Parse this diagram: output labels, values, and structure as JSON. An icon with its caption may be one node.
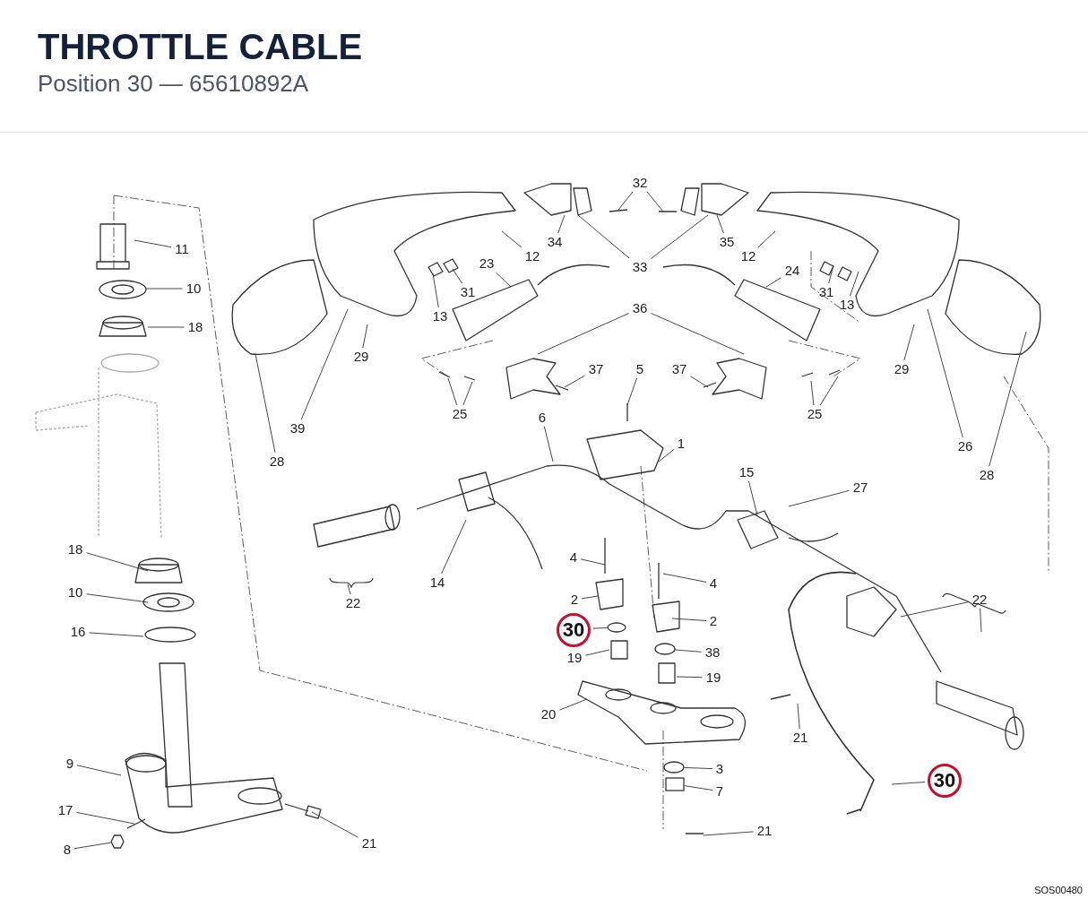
{
  "diagram": {
    "title": "THROTTLE CABLE",
    "nodes": [
      {
        "text": [
          "11"
        ]
      },
      {
        "text": [
          "10"
        ]
      },
      {
        "text": [
          "18"
        ]
      },
      {
        "text": [
          "28"
        ]
      },
      {
        "text": [
          "39"
        ]
      },
      {
        "text": [
          "29"
        ]
      },
      {
        "text": [
          "12"
        ]
      },
      {
        "text": [
          "32"
        ]
      },
      {
        "text": [
          "34"
        ]
      },
      {
        "text": [
          "33"
        ]
      },
      {
        "text": [
          "35"
        ]
      },
      {
        "text": [
          "12"
        ]
      },
      {
        "text": [
          "31"
        ]
      },
      {
        "text": [
          "13"
        ]
      },
      {
        "text": [
          "23"
        ]
      },
      {
        "text": [
          "24"
        ]
      },
      {
        "text": [
          "36"
        ]
      },
      {
        "text": [
          "37"
        ]
      },
      {
        "text": [
          "37"
        ]
      },
      {
        "text": [
          "5"
        ]
      },
      {
        "text": [
          "25"
        ]
      },
      {
        "text": [
          "25"
        ]
      },
      {
        "text": [
          "31"
        ]
      },
      {
        "text": [
          "13"
        ]
      },
      {
        "text": [
          "29"
        ]
      },
      {
        "text": [
          "26"
        ]
      },
      {
        "text": [
          "28"
        ]
      },
      {
        "text": [
          "6"
        ]
      },
      {
        "text": [
          "1"
        ]
      },
      {
        "text": [
          "15"
        ]
      },
      {
        "text": [
          "27"
        ]
      },
      {
        "text": [
          "14"
        ]
      },
      {
        "text": [
          "22"
        ]
      },
      {
        "text": [
          "4"
        ]
      },
      {
        "text": [
          "4"
        ]
      },
      {
        "text": [
          "2"
        ]
      },
      {
        "text": [
          "2"
        ]
      },
      {
        "text": [
          "30"
        ]
      },
      {
        "text": [
          "19"
        ]
      },
      {
        "text": [
          "38"
        ]
      },
      {
        "text": [
          "19"
        ]
      },
      {
        "text": [
          "20"
        ]
      },
      {
        "text": [
          "21"
        ]
      },
      {
        "text": [
          "3"
        ]
      },
      {
        "text": [
          "7"
        ]
      },
      {
        "text": [
          "21"
        ]
      },
      {
        "text": [
          "30"
        ]
      },
      {
        "text": [
          "22"
        ]
      },
      {
        "text": [
          "18"
        ]
      },
      {
        "text": [
          "10"
        ]
      },
      {
        "text": [
          "16"
        ]
      },
      {
        "text": [
          "9"
        ]
      },
      {
        "text": [
          "17"
        ]
      },
      {
        "text": [
          "8"
        ]
      },
      {
        "text": [
          "21"
        ]
      },
      {
        "text": [],
        "shape": "circle"
      },
      {
        "text": [],
        "shape": "circle"
      },
      {
        "text": [],
        "shape": "circle"
      },
      {
        "text": [],
        "shape": "box"
      },
      {
        "text": [],
        "shape": "hexagon"
      }
    ],
    "edges": [
      {
        "from": 0,
        "to": null,
        "arrow": "none"
      },
      {
        "from": 1,
        "to": null,
        "arrow": "none"
      },
      {
        "from": 2,
        "to": null,
        "arrow": "none"
      },
      {
        "from": 3,
        "to": null,
        "arrow": "none"
      },
      {
        "from": 4,
        "to": null,
        "arrow": "none"
      },
      {
        "from": 5,
        "to": null,
        "arrow": "none"
      },
      {
        "from": 6,
        "to": null,
        "arrow": "none"
      },
      {
        "from": 7,
        "to": null,
        "arrow": "none"
      },
      {
        "from": 7,
        "to": null,
        "arrow": "none"
      },
      {
        "from": 8,
        "to": null,
        "arrow": "none"
      },
      {
        "from": 9,
        "to": null,
        "arrow": "none"
      },
      {
        "from": 9,
        "to": null,
        "arrow": "none"
      },
      {
        "from": 10,
        "to": null,
        "arrow": "none"
      },
      {
        "from": 11,
        "to": null,
        "arrow": "none"
      },
      {
        "from": 12,
        "to": null,
        "arrow": "none"
      },
      {
        "from": 13,
        "to": null,
        "arrow": "none"
      },
      {
        "from": 14,
        "to": null,
        "arrow": "none"
      },
      {
        "from": 15,
        "to": null,
        "arrow": "none"
      },
      {
        "from": 16,
        "to": null,
        "arrow": "none"
      },
      {
        "from": 16,
        "to": null,
        "arrow": "none"
      },
      {
        "from": 17,
        "to": null,
        "arrow": "none"
      },
      {
        "from": 18,
        "to": null,
        "arrow": "none"
      },
      {
        "from": 19,
        "to": null,
        "arrow": "none"
      },
      {
        "from": 20,
        "to": null,
        "arrow": "none"
      },
      {
        "from": 20,
        "to": null,
        "arrow": "none"
      },
      {
        "from": 21,
        "to": null,
        "arrow": "none"
      },
      {
        "from": 21,
        "to": null,
        "arrow": "none"
      },
      {
        "from": 22,
        "to": null,
        "arrow": "none"
      },
      {
        "from": 23,
        "to": null,
        "arrow": "none"
      },
      {
        "from": 24,
        "to": null,
        "arrow": "none"
      },
      {
        "from": 25,
        "to": null,
        "arrow": "none"
      },
      {
        "from": 26,
        "to": null,
        "arrow": "none"
      },
      {
        "from": 27,
        "to": null,
        "arrow": "none"
      },
      {
        "from": 28,
        "to": null,
        "arrow": "none"
      },
      {
        "from": 29,
        "to": null,
        "arrow": "none"
      },
      {
        "from": 30,
        "to": null,
        "arrow": "none"
      },
      {
        "from": 31,
        "to": null,
        "arrow": "none"
      },
      {
        "from": 32,
        "to": null,
        "arrow": "none"
      },
      {
        "from": 33,
        "to": null,
        "arrow": "none"
      },
      {
        "from": 34,
        "to": null,
        "arrow": "none"
      },
      {
        "from": 35,
        "to": null,
        "arrow": "none"
      },
      {
        "from": 36,
        "to": null,
        "arrow": "none"
      },
      {
        "from": 37,
        "to": 55,
        "arrow": "none"
      },
      {
        "from": 38,
        "to": null,
        "arrow": "none"
      },
      {
        "from": 39,
        "to": 56,
        "arrow": "none"
      },
      {
        "from": 40,
        "to": null,
        "arrow": "none"
      },
      {
        "from": 41,
        "to": null,
        "arrow": "none"
      },
      {
        "from": 42,
        "to": null,
        "arrow": "none"
      },
      {
        "from": 43,
        "to": 57,
        "arrow": "none"
      },
      {
        "from": 44,
        "to": 58,
        "arrow": "none"
      },
      {
        "from": 45,
        "to": null,
        "arrow": "none"
      },
      {
        "from": 46,
        "to": null,
        "arrow": "none"
      },
      {
        "from": 47,
        "to": null,
        "arrow": "none"
      },
      {
        "from": 47,
        "to": null,
        "arrow": "none"
      },
      {
        "from": 48,
        "to": null,
        "arrow": "none"
      },
      {
        "from": 49,
        "to": null,
        "arrow": "none"
      },
      {
        "from": 50,
        "to": null,
        "arrow": "none"
      },
      {
        "from": 51,
        "to": null,
        "arrow": "none"
      },
      {
        "from": 52,
        "to": null,
        "arrow": "none"
      },
      {
        "from": 53,
        "to": 59,
        "arrow": "none"
      },
      {
        "from": 54,
        "to": null,
        "arrow": "none"
      }
    ],
    "labels": [
      "Position 30 — 65610892A",
      "SOS00480"
    ]
  }
}
